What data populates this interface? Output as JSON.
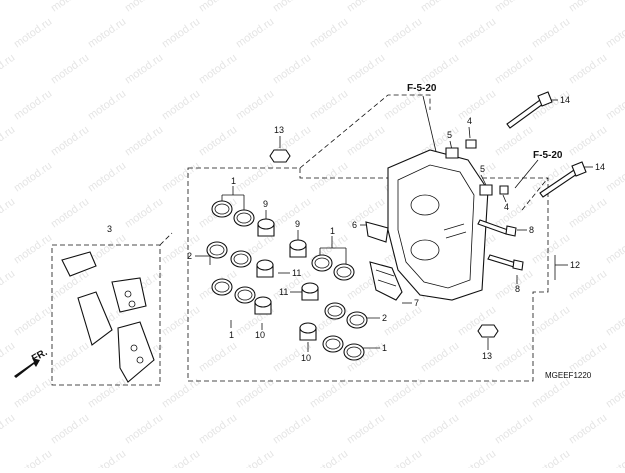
{
  "watermark": {
    "text": "motod.ru"
  },
  "refs": {
    "f520_top": "F-5-20",
    "f520_right": "F-5-20"
  },
  "direction": {
    "label": "FR."
  },
  "diagram_code": "MGEEF1220",
  "callouts": {
    "c1a": "1",
    "c1b": "1",
    "c1c": "1",
    "c1d": "1",
    "c2a": "2",
    "c2b": "2",
    "c3": "3",
    "c4a": "4",
    "c4b": "4",
    "c5a": "5",
    "c5b": "5",
    "c6": "6",
    "c7": "7",
    "c8a": "8",
    "c8b": "8",
    "c9a": "9",
    "c9b": "9",
    "c10a": "10",
    "c10b": "10",
    "c11a": "11",
    "c11b": "11",
    "c12": "12",
    "c13a": "13",
    "c13b": "13",
    "c14a": "14",
    "c14b": "14"
  }
}
